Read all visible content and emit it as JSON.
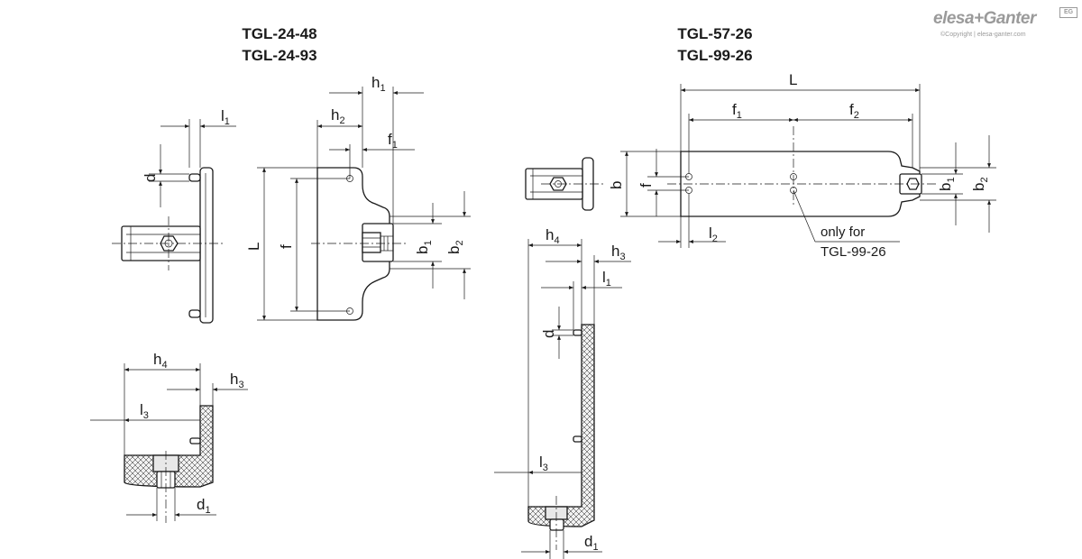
{
  "titles": {
    "left": [
      "TGL-24-48",
      "TGL-24-93"
    ],
    "right": [
      "TGL-57-26",
      "TGL-99-26"
    ]
  },
  "logo": {
    "brand": "elesa+Ganter",
    "copyright": "©Copyright | elesa-ganter.com",
    "badge": "EG"
  },
  "note": [
    "only for",
    "TGL-99-26"
  ],
  "dimension_labels": {
    "l1": {
      "main": "l",
      "sub": "1"
    },
    "d": {
      "main": "d",
      "sub": ""
    },
    "L": {
      "main": "L",
      "sub": ""
    },
    "f": {
      "main": "f",
      "sub": ""
    },
    "h1": {
      "main": "h",
      "sub": "1"
    },
    "h2": {
      "main": "h",
      "sub": "2"
    },
    "f1": {
      "main": "f",
      "sub": "1"
    },
    "f2": {
      "main": "f",
      "sub": "2"
    },
    "b": {
      "main": "b",
      "sub": ""
    },
    "b1": {
      "main": "b",
      "sub": "1"
    },
    "b2": {
      "main": "b",
      "sub": "2"
    },
    "h3": {
      "main": "h",
      "sub": "3"
    },
    "h4": {
      "main": "h",
      "sub": "4"
    },
    "l2": {
      "main": "l",
      "sub": "2"
    },
    "l3": {
      "main": "l",
      "sub": "3"
    },
    "d1": {
      "main": "d",
      "sub": "1"
    }
  }
}
